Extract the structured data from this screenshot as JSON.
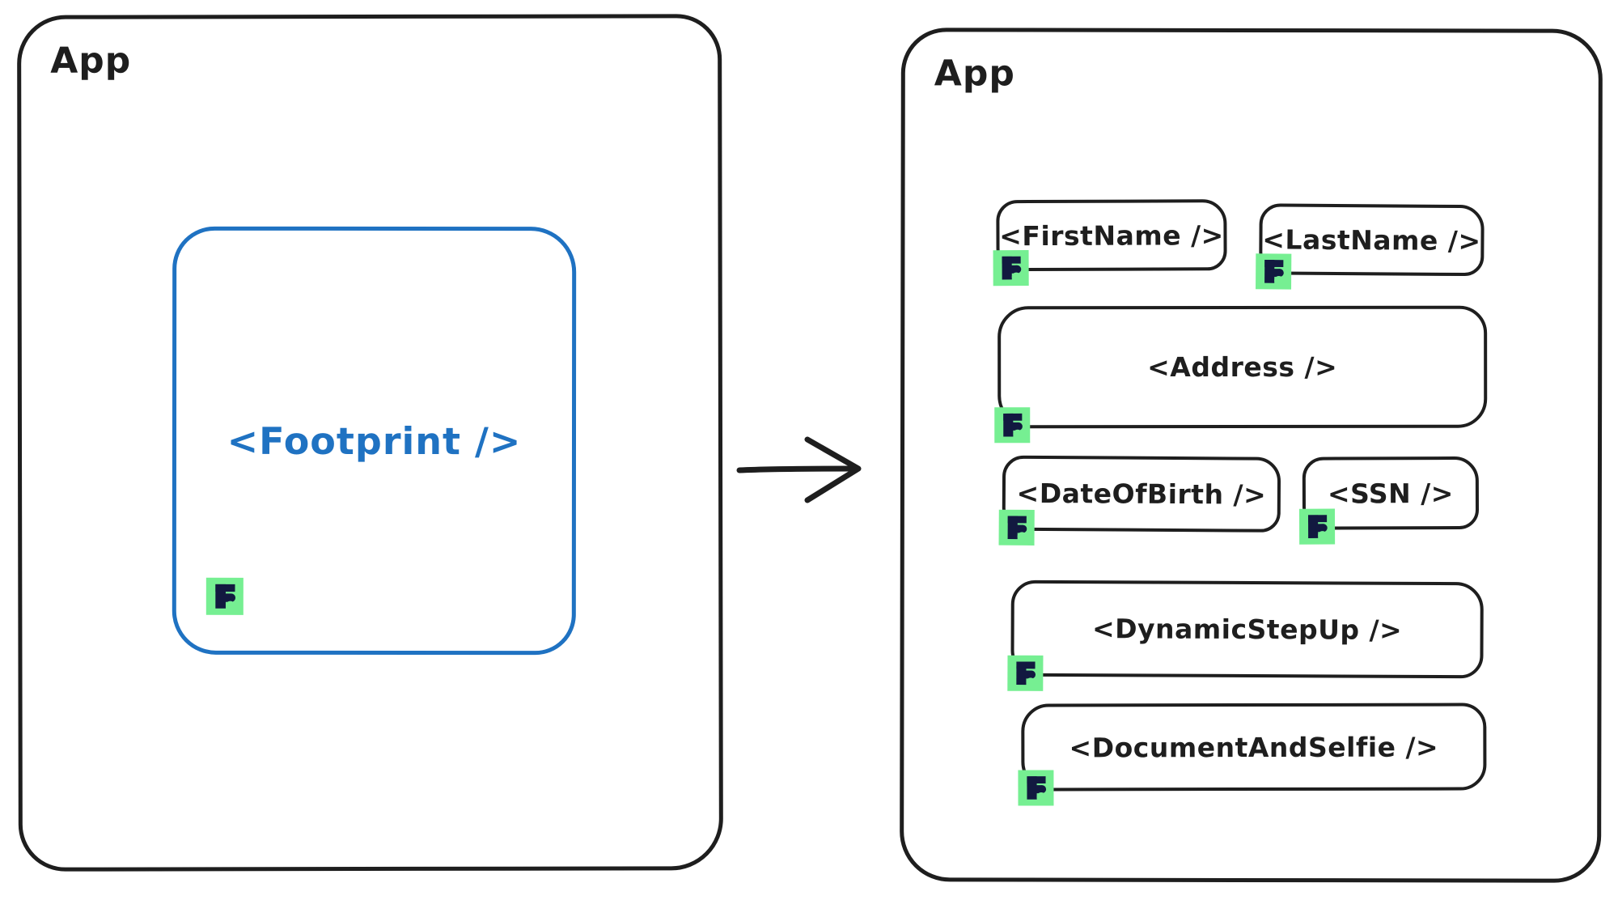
{
  "diagram": {
    "left_app": {
      "label": "App",
      "footprint_component": {
        "label": "<Footprint />"
      }
    },
    "arrow": {
      "icon": "arrow-right-icon",
      "direction": "left-to-right"
    },
    "right_app": {
      "label": "App",
      "components": [
        {
          "label": "<FirstName />",
          "badge_icon": "footprint-f-logo"
        },
        {
          "label": "<LastName />",
          "badge_icon": "footprint-f-logo"
        },
        {
          "label": "<Address />",
          "badge_icon": "footprint-f-logo"
        },
        {
          "label": "<DateOfBirth />",
          "badge_icon": "footprint-f-logo"
        },
        {
          "label": "<SSN />",
          "badge_icon": "footprint-f-logo"
        },
        {
          "label": "<DynamicStepUp />",
          "badge_icon": "footprint-f-logo"
        },
        {
          "label": "<DocumentAndSelfie />",
          "badge_icon": "footprint-f-logo"
        }
      ]
    }
  },
  "colors": {
    "ink": "#1e1e1e",
    "accent-blue": "#1f72c2",
    "badge-green": "#76ef92",
    "badge-navy": "#121940",
    "background": "#ffffff"
  }
}
